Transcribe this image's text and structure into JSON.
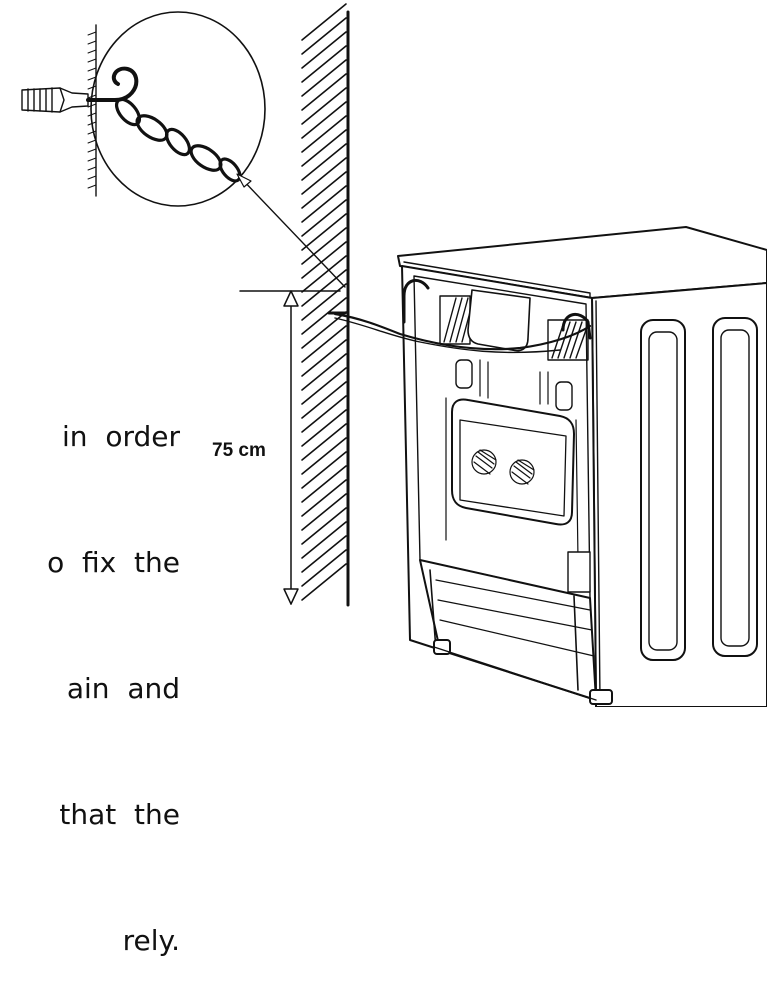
{
  "instructions": {
    "lines": [
      "in  order",
      "o  fix  the",
      "ain  and",
      "that  the",
      "rely."
    ]
  },
  "dimension": {
    "label": "75 cm"
  }
}
